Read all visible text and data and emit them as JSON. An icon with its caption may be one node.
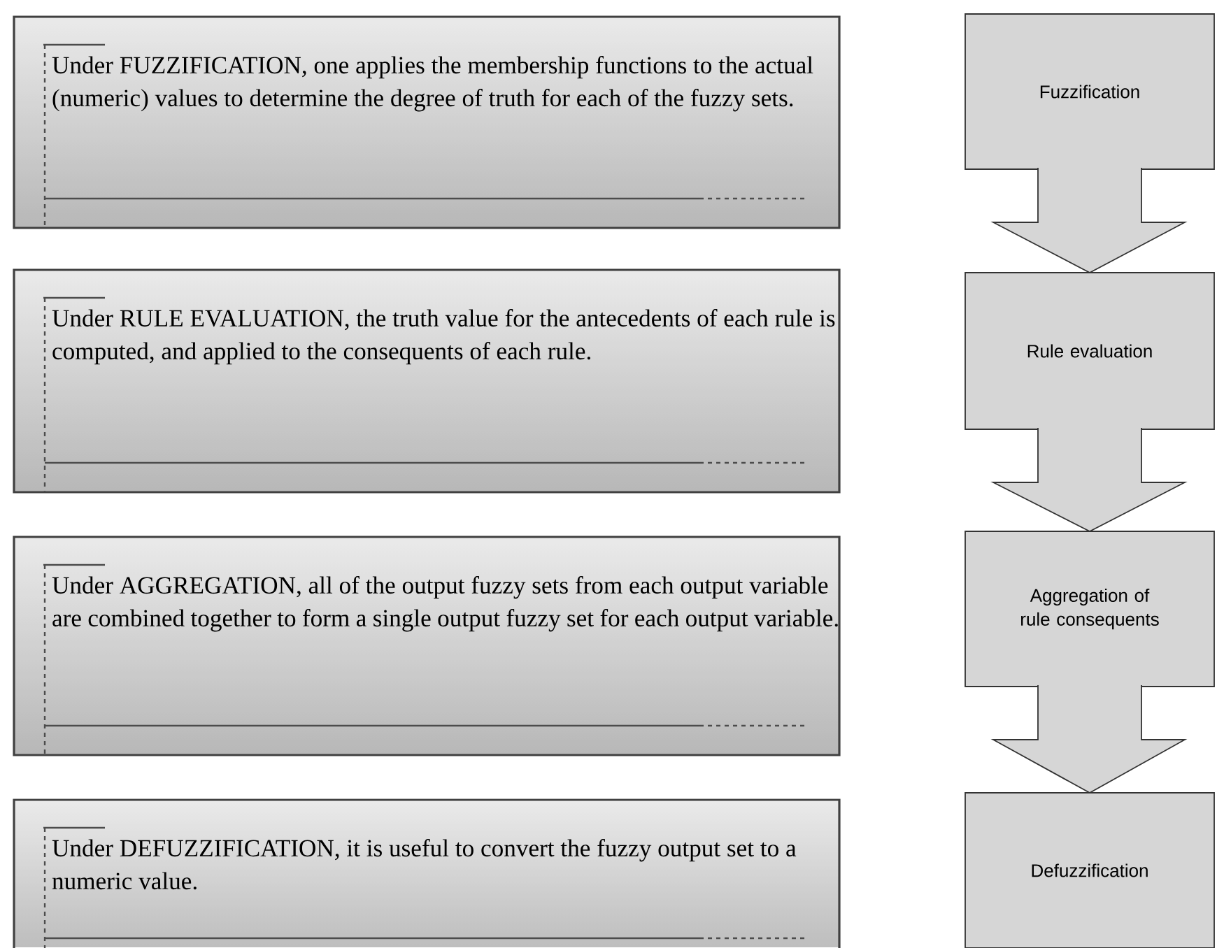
{
  "diagram": {
    "nodes": [
      {
        "text": [
          "Under FUZZIFICATION, one applies the membership functions to the actual (numeric) values to determine the degree of truth for each of the fuzzy sets."
        ]
      },
      {
        "text": [
          "Under RULE EVALUATION, the truth value for the antecedents of each rule is computed, and applied to the consequents of each rule."
        ]
      },
      {
        "text": [
          "Under AGGREGATION, all of the output fuzzy sets from each output variable are combined together to form a single output fuzzy set for each output variable."
        ]
      },
      {
        "text": [
          "Under DEFUZZIFICATION, it is useful to convert the fuzzy output set to a numeric value."
        ]
      },
      {
        "text": [
          "Fuzzification"
        ]
      },
      {
        "text": [
          "Rule evaluation"
        ]
      },
      {
        "text": [
          "Aggregation of rule consequents"
        ]
      },
      {
        "text": [
          "Defuzzification"
        ]
      }
    ],
    "edges": [
      {
        "from": 4,
        "to": 5,
        "arrow": "to"
      },
      {
        "from": 5,
        "to": 6,
        "arrow": "to"
      },
      {
        "from": 6,
        "to": 7,
        "arrow": "to"
      }
    ]
  }
}
